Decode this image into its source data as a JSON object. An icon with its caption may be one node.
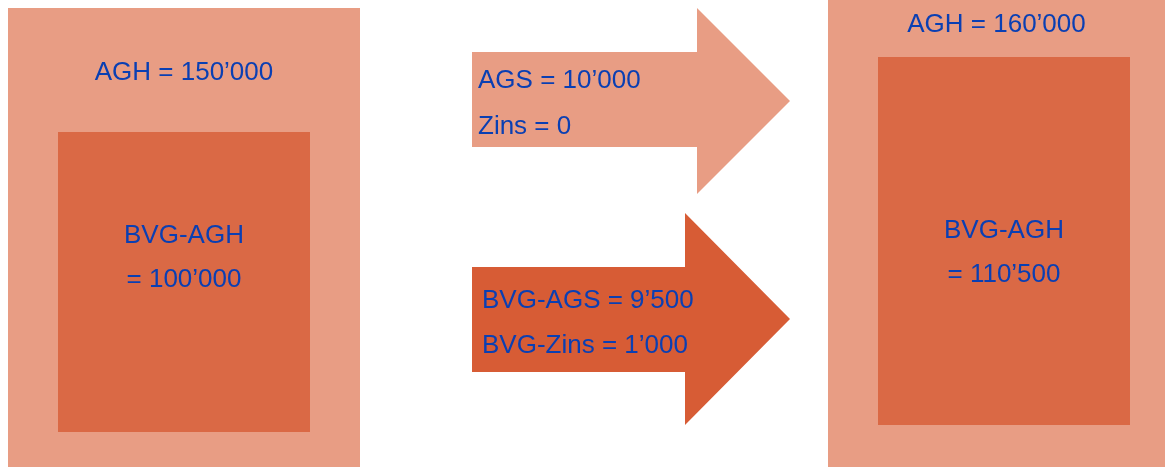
{
  "diagram": {
    "nodes": [
      {
        "text": [
          "AGH = 150’000"
        ]
      },
      {
        "text": [
          "BVG-AGH = 100’000"
        ],
        "in": 0
      },
      {
        "text": [
          "AGS = 10’000",
          "Zins = 0"
        ]
      },
      {
        "text": [
          "BVG-AGS = 9’500",
          "BVG-Zins = 1’000"
        ]
      },
      {
        "text": [
          "AGH = 160’000"
        ]
      },
      {
        "text": [
          "BVG-AGH = 110’500"
        ],
        "in": 4
      }
    ]
  }
}
